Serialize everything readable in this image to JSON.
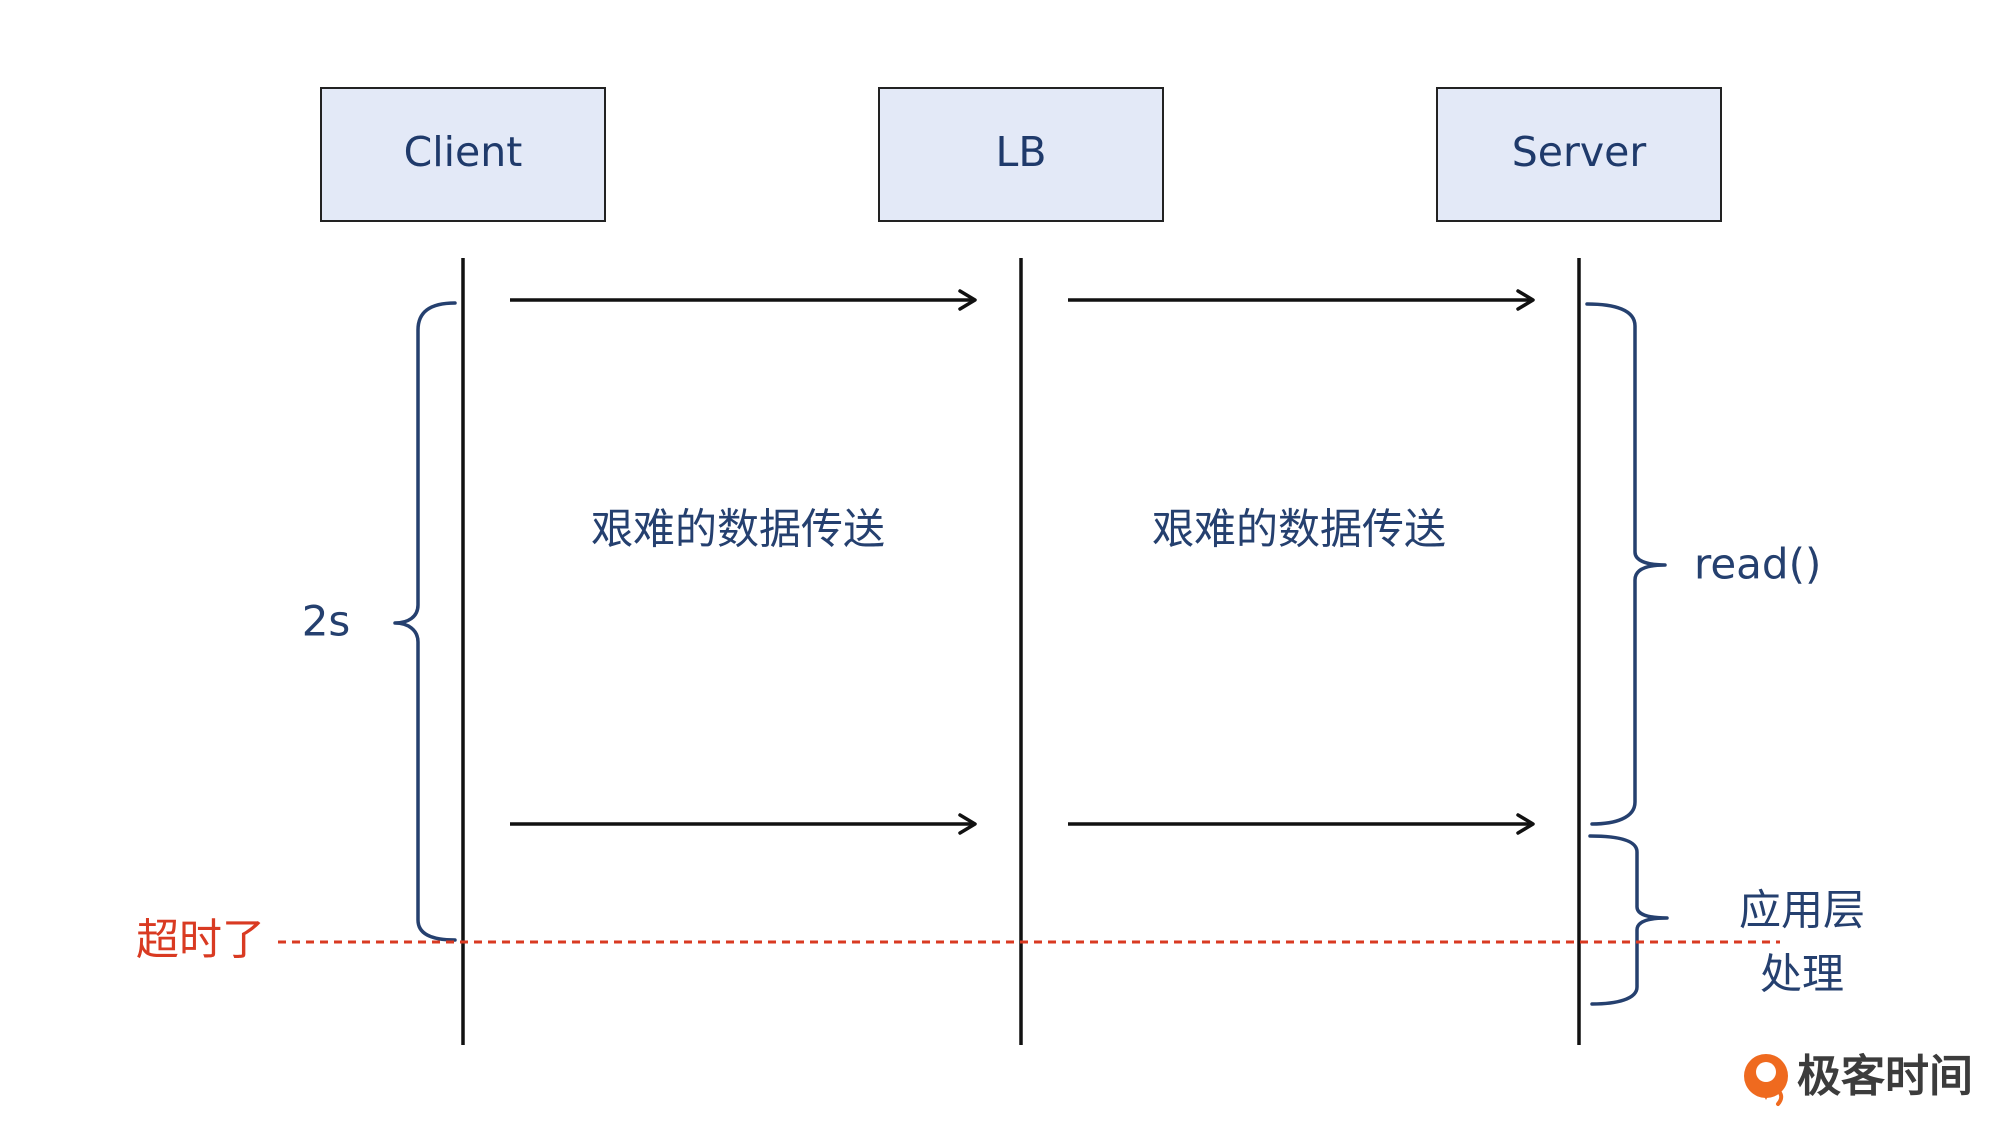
{
  "participants": {
    "client": "Client",
    "lb": "LB",
    "server": "Server"
  },
  "segments": {
    "client_to_lb": "艰难的数据传送",
    "lb_to_server": "艰难的数据传送"
  },
  "client_brace_label": "2s",
  "server_read_label": "read()",
  "server_process_label": {
    "line1": "应用层",
    "line2": "处理"
  },
  "timeout_label": "超时了",
  "watermark": "极客时间",
  "colors": {
    "box_fill": "#e3e9f7",
    "label_blue": "#25406f",
    "timeout_red": "#d93a22",
    "watermark_orange": "#ef6a1f"
  }
}
